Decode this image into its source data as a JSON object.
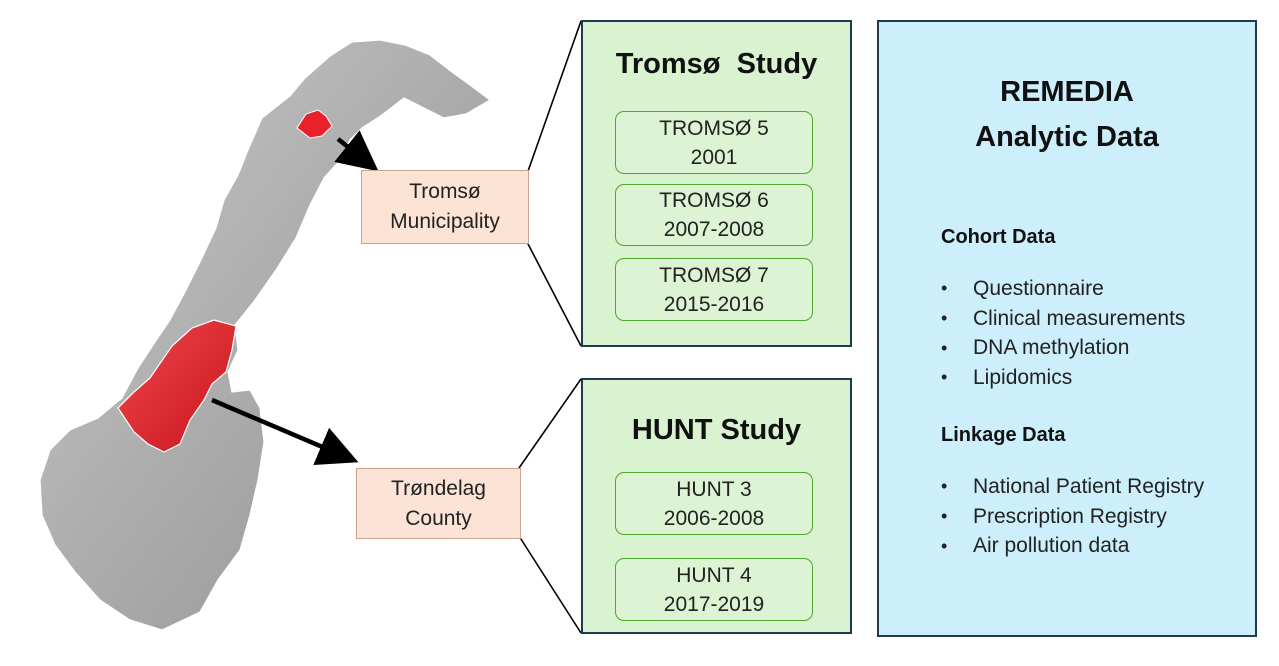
{
  "tromso_label": {
    "line1": "Tromsø",
    "line2": "Municipality"
  },
  "trondelag_label": {
    "line1": "Trøndelag",
    "line2": "County"
  },
  "tromso_study": {
    "title": "Tromsø  Study",
    "waves": [
      {
        "name": "TROMSØ 5",
        "years": "2001"
      },
      {
        "name": "TROMSØ 6",
        "years": "2007-2008"
      },
      {
        "name": "TROMSØ 7",
        "years": "2015-2016"
      }
    ]
  },
  "hunt_study": {
    "title": "HUNT Study",
    "waves": [
      {
        "name": "HUNT 3",
        "years": "2006-2008"
      },
      {
        "name": "HUNT 4",
        "years": "2017-2019"
      }
    ]
  },
  "remedia": {
    "title_line1": "REMEDIA",
    "title_line2": "Analytic Data",
    "cohort_heading": "Cohort Data",
    "cohort_items": [
      "Questionnaire",
      "Clinical measurements",
      "DNA methylation",
      "Lipidomics"
    ],
    "linkage_heading": "Linkage Data",
    "linkage_items": [
      "National Patient Registry",
      "Prescription Registry",
      "Air pollution data"
    ],
    "bullet": "•"
  },
  "colors": {
    "map_grey": "#a8a8a8",
    "map_highlight": "#e8212b",
    "label_fill": "#fbe3d5",
    "study_fill": "#d9f2d0",
    "wave_border": "#4ea72e",
    "remedia_fill": "#cdeefb",
    "panel_border": "#1f3b52"
  }
}
